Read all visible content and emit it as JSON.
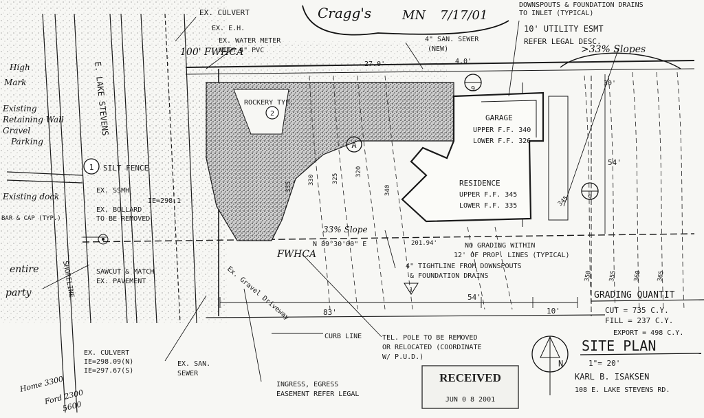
{
  "header": {
    "project": "Cragg's",
    "initials": "MN",
    "date": "7/17/01"
  },
  "notes": {
    "downspouts": "DOWNSPOUTS & FOUNDATION DRAINS TO INLET (TYPICAL)",
    "downspouts_1": "DOWNSPOUTS & FOUNDATION DRAINS",
    "downspouts_2": "TO INLET (TYPICAL)",
    "utility_esmt_1": "10' UTILITY ESMT",
    "utility_esmt_2": "REFER LEGAL DESC.",
    "slopes": ">33% Slopes",
    "ex_culvert_top": "EX. CULVERT",
    "ex_culvert_eh": "EX. E.H.",
    "ex_water_meter_1": "EX. WATER METER",
    "ex_water_meter_2": "WITH 4\" PVC",
    "fwhca_top": "100' FWHCA",
    "san_sewer_1": "4\" SAN. SEWER",
    "san_sewer_2": "(NEW)",
    "rockery": "ROCKERY TYP.",
    "rockery_num": "2",
    "silt_fence": "SILT FENCE",
    "silt_fence_num": "1",
    "ex_ssmh": "EX. SSMH",
    "ie_ssmh": "IE=298.1",
    "ex_bollard_1": "EX. BOLLARD",
    "ex_bollard_2": "TO BE REMOVED",
    "bar_cap": "BAR & CAP (TYP.)",
    "sawcut_1": "SAWCUT & MATCH",
    "sawcut_2": "EX. PAVEMENT",
    "driveway": "Ex. Gravel Driveway",
    "fwhca_bottom": "FWHCA",
    "slope_33": "33% Slope",
    "bearing": "N 89°30'00\" E",
    "dim_201": "201.94'",
    "no_grading_1": "NO GRADING WITHIN",
    "no_grading_2": "12' OF PROP. LINES (TYPICAL)",
    "tightline_1": "4\" TIGHTLINE FROM DOWNSPOUTS",
    "tightline_2": "& FOUNDATION DRAINS",
    "curb_line": "CURB LINE",
    "tel_pole_1": "TEL. POLE TO BE REMOVED",
    "tel_pole_2": "OR RELOCATED (COORDINATE",
    "tel_pole_3": "W/ P.U.D.)",
    "ex_culvert_bot_1": "EX. CULVERT",
    "ex_culvert_bot_2": "IE=298.09(N)",
    "ex_culvert_bot_3": "IE=297.67(S)",
    "ex_san_1": "EX. SAN.",
    "ex_san_2": "SEWER",
    "ingress_1": "INGRESS, EGRESS",
    "ingress_2": "EASEMENT REFER LEGAL",
    "dim_83": "83'",
    "dim_54": "54'",
    "dim_10": "10'",
    "dim_54_right": "54'",
    "dim_30": "30'",
    "dim_27": "27.0'",
    "dim_40": "4.0'"
  },
  "left_margin": {
    "line1": "High",
    "line2": "Mark",
    "line3": "Existing",
    "line4": "Retaining Wall",
    "line5": "Gravel",
    "line6": "Parking",
    "existing_dock": "Existing dock",
    "entire_1": "entire",
    "entire_2": "party",
    "shoreline": "SHORELINE",
    "lake_stevens": "E. LAKE STEVENS"
  },
  "buildings": {
    "garage_title": "GARAGE",
    "garage_upper": "UPPER F.F. 340",
    "garage_lower": "LOWER F.F. 326",
    "residence_title": "RESIDENCE",
    "residence_upper": "UPPER F.F. 345",
    "residence_lower": "LOWER F.F. 335"
  },
  "markers": {
    "a": "A",
    "n9_top": "9",
    "n9_bottom": "9",
    "triangle": "1"
  },
  "contours": {
    "c335": "335",
    "c330": "330",
    "c325": "325",
    "c320": "320",
    "c340": "340",
    "c345": "345",
    "c350": "350",
    "c355": "355",
    "c360": "360",
    "c365": "365"
  },
  "grading": {
    "title": "GRADING QUANTIT",
    "cut": "CUT = 735 C.Y.",
    "fill": "FILL = 237 C.Y.",
    "export": "EXPORT = 498 C.Y."
  },
  "title_block": {
    "north": "N",
    "site_plan": "SITE PLAN",
    "scale": "1\"= 20'",
    "owner": "KARL B. ISAKSEN",
    "address": "108 E. LAKE STEVENS RD."
  },
  "stamp": {
    "title": "RECEIVED",
    "date": "JUN 0 8 2001"
  },
  "phone": {
    "line1": "Home 3300",
    "line2": "Ford 2300",
    "line3": "5600"
  },
  "colors": {
    "ink": "#1a1a1a",
    "paper": "#f7f7f4",
    "stipple": "#3a3a3a"
  }
}
